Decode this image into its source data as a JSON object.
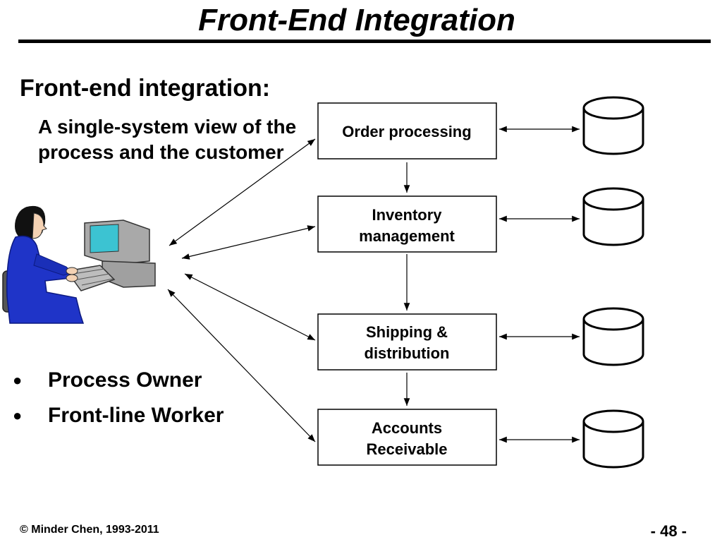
{
  "slide": {
    "title": "Front-End Integration",
    "heading": "Front-end integration:",
    "subtext": "A single-system view of the process and the customer",
    "bullets": [
      {
        "text": "Process Owner"
      },
      {
        "text": "Front-line Worker"
      }
    ]
  },
  "boxes": [
    {
      "lines": [
        "Order processing"
      ]
    },
    {
      "lines": [
        "Inventory",
        "management"
      ]
    },
    {
      "lines": [
        "Shipping &",
        "distribution"
      ]
    },
    {
      "lines": [
        "Accounts",
        "Receivable"
      ]
    }
  ],
  "footer": {
    "copyright": "© Minder Chen, 1993-2011",
    "page": "- 48 -"
  }
}
